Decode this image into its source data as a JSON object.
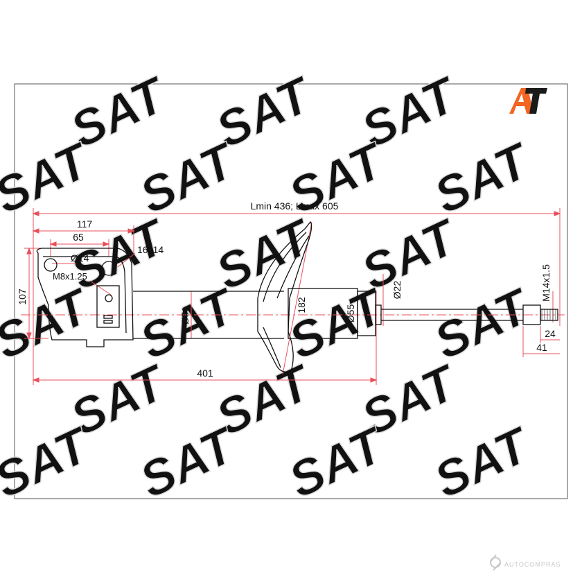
{
  "logo": {
    "text": "AT",
    "color_a": "#f26522",
    "color_t": "#1a1a1a"
  },
  "watermark": {
    "text": "SAT",
    "color": "#d9d9d9"
  },
  "dimensions": {
    "overall_length": "Lmin 436; Lmax 605",
    "bracket_width": "117",
    "hole_spacing": "65",
    "hole_diameter": "Ø14",
    "slot_size": "16x14",
    "bolt_thread": "M8x1.25",
    "bracket_height": "107",
    "body_diameter": "Ø51",
    "spring_seat_diameter": "182",
    "lower_tube_diameter": "Ø55",
    "rod_diameter": "Ø22",
    "rod_thread": "M14x1.5",
    "thread_length": "24",
    "rod_end_length": "41",
    "body_length": "401"
  },
  "footer": {
    "brand": "AUTOCOMPRAS"
  },
  "colors": {
    "frame": "#555555",
    "outline": "#111111",
    "dimension_line": "#e8505b",
    "centerline": "#e8505b"
  }
}
